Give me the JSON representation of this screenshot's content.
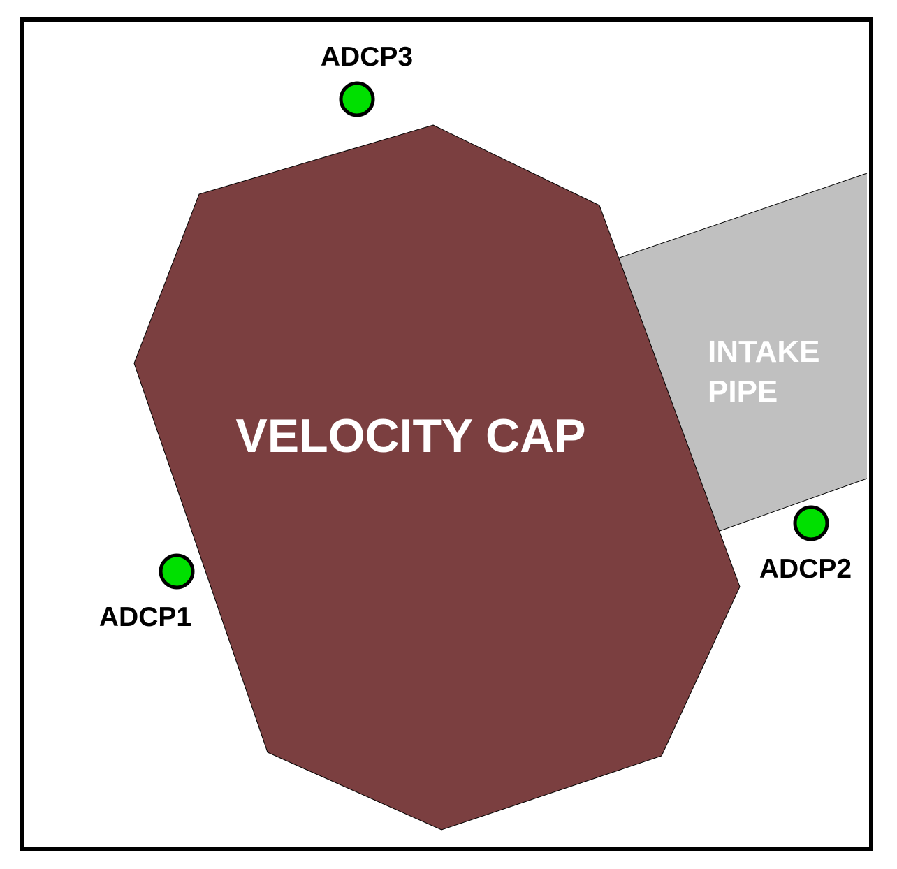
{
  "diagram": {
    "velocity_cap": {
      "label": "VELOCITY CAP",
      "color": "#7b3f40"
    },
    "intake_pipe": {
      "label_line1": "INTAKE",
      "label_line2": "PIPE",
      "color": "#c0c0c0"
    },
    "sensors": {
      "color": "#00e000",
      "adcp1": {
        "label": "ADCP1"
      },
      "adcp2": {
        "label": "ADCP2"
      },
      "adcp3": {
        "label": "ADCP3"
      }
    },
    "frame_color": "#000000"
  }
}
